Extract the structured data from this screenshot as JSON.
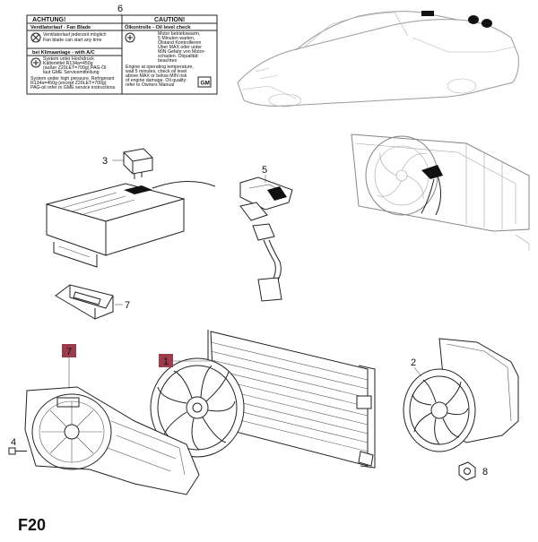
{
  "figure": {
    "code": "F20",
    "accent_color": "#9c3b4b"
  },
  "callouts": {
    "c1": "1",
    "c2": "2",
    "c3": "3",
    "c4": "4",
    "c5": "5",
    "c6": "6",
    "c7_upper": "7",
    "c7_lower": "7",
    "c8": "8"
  },
  "warning_label": {
    "left_title": "ACHTUNG!",
    "right_title": "CAUTION!",
    "left_sub1": "Ventilatorlauf  -  Fan Blade",
    "right_sub1": "Ölkontrolle - Oil level check",
    "fan_de": "Ventilatorlauf jederzeit möglich",
    "fan_en": "Fan blade can start any time",
    "ac_title": "bei Klimaanlage - with A/C",
    "ac_l1": "System unter Hochdruck",
    "ac_l2": "Kältemittel R134a=450g",
    "ac_l3": "(außer Z20LET=700g) PAG-Öl",
    "ac_l4": "laut GME Servicemitteilung",
    "ac_l5": "System under high pressure. Refrigerant",
    "ac_l6": "R134a=450g (except Z20LET=700g)",
    "ac_l7": "PAG-oil refer to GME service instructions.",
    "oil_l1": "Motor betriebswarm,",
    "oil_l2": "5 Minuten warten,",
    "oil_l3": "Ölstand Kontrollieren",
    "oil_l4": "Über MAX oder unter",
    "oil_l5": "MIN Gefahr von Motor-",
    "oil_l6": "schaden. Ölqualität:",
    "oil_l7": "beachten",
    "oil_l8": "Engine at operating temperature,",
    "oil_l9": "wait 5 minutes, check oil level",
    "oil_l10": "above MAX or below MIN risk",
    "oil_l11": "of engine damage. Oil quality:",
    "oil_l12": "refer to Owners Manual",
    "logo_text": "GM"
  }
}
